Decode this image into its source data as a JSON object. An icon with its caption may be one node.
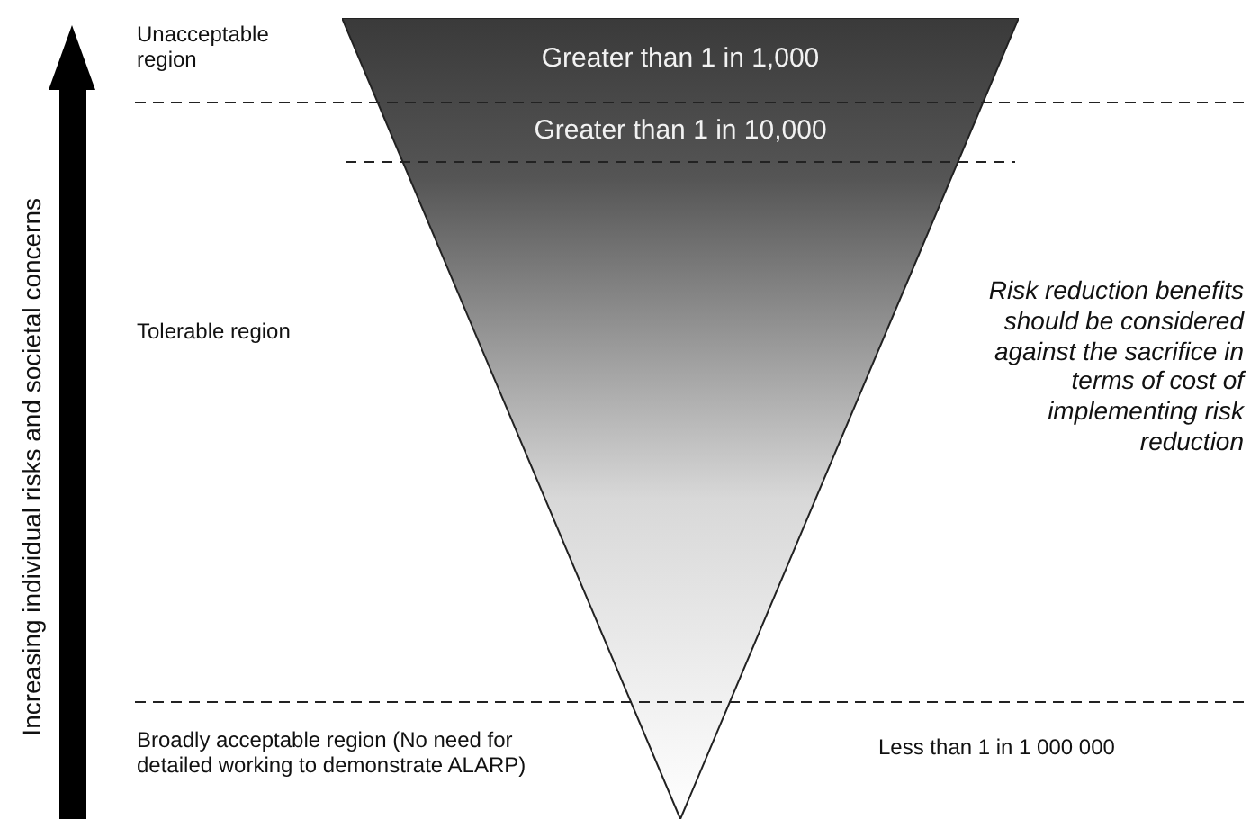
{
  "diagram": {
    "nodes": [
      {
        "text": [
          "Greater than 1 in 1,000",
          "Greater than 1 in 10,000"
        ]
      }
    ],
    "labels": [
      "Unacceptable region",
      "Tolerable region",
      "Broadly acceptable region (No need for detailed working to demonstrate ALARP)",
      "Risk reduction benefits should be considered against the sacrifice in terms of cost of implementing risk reduction",
      "Less than 1 in 1 000 000",
      "Increasing individual risks and societal concerns"
    ]
  }
}
